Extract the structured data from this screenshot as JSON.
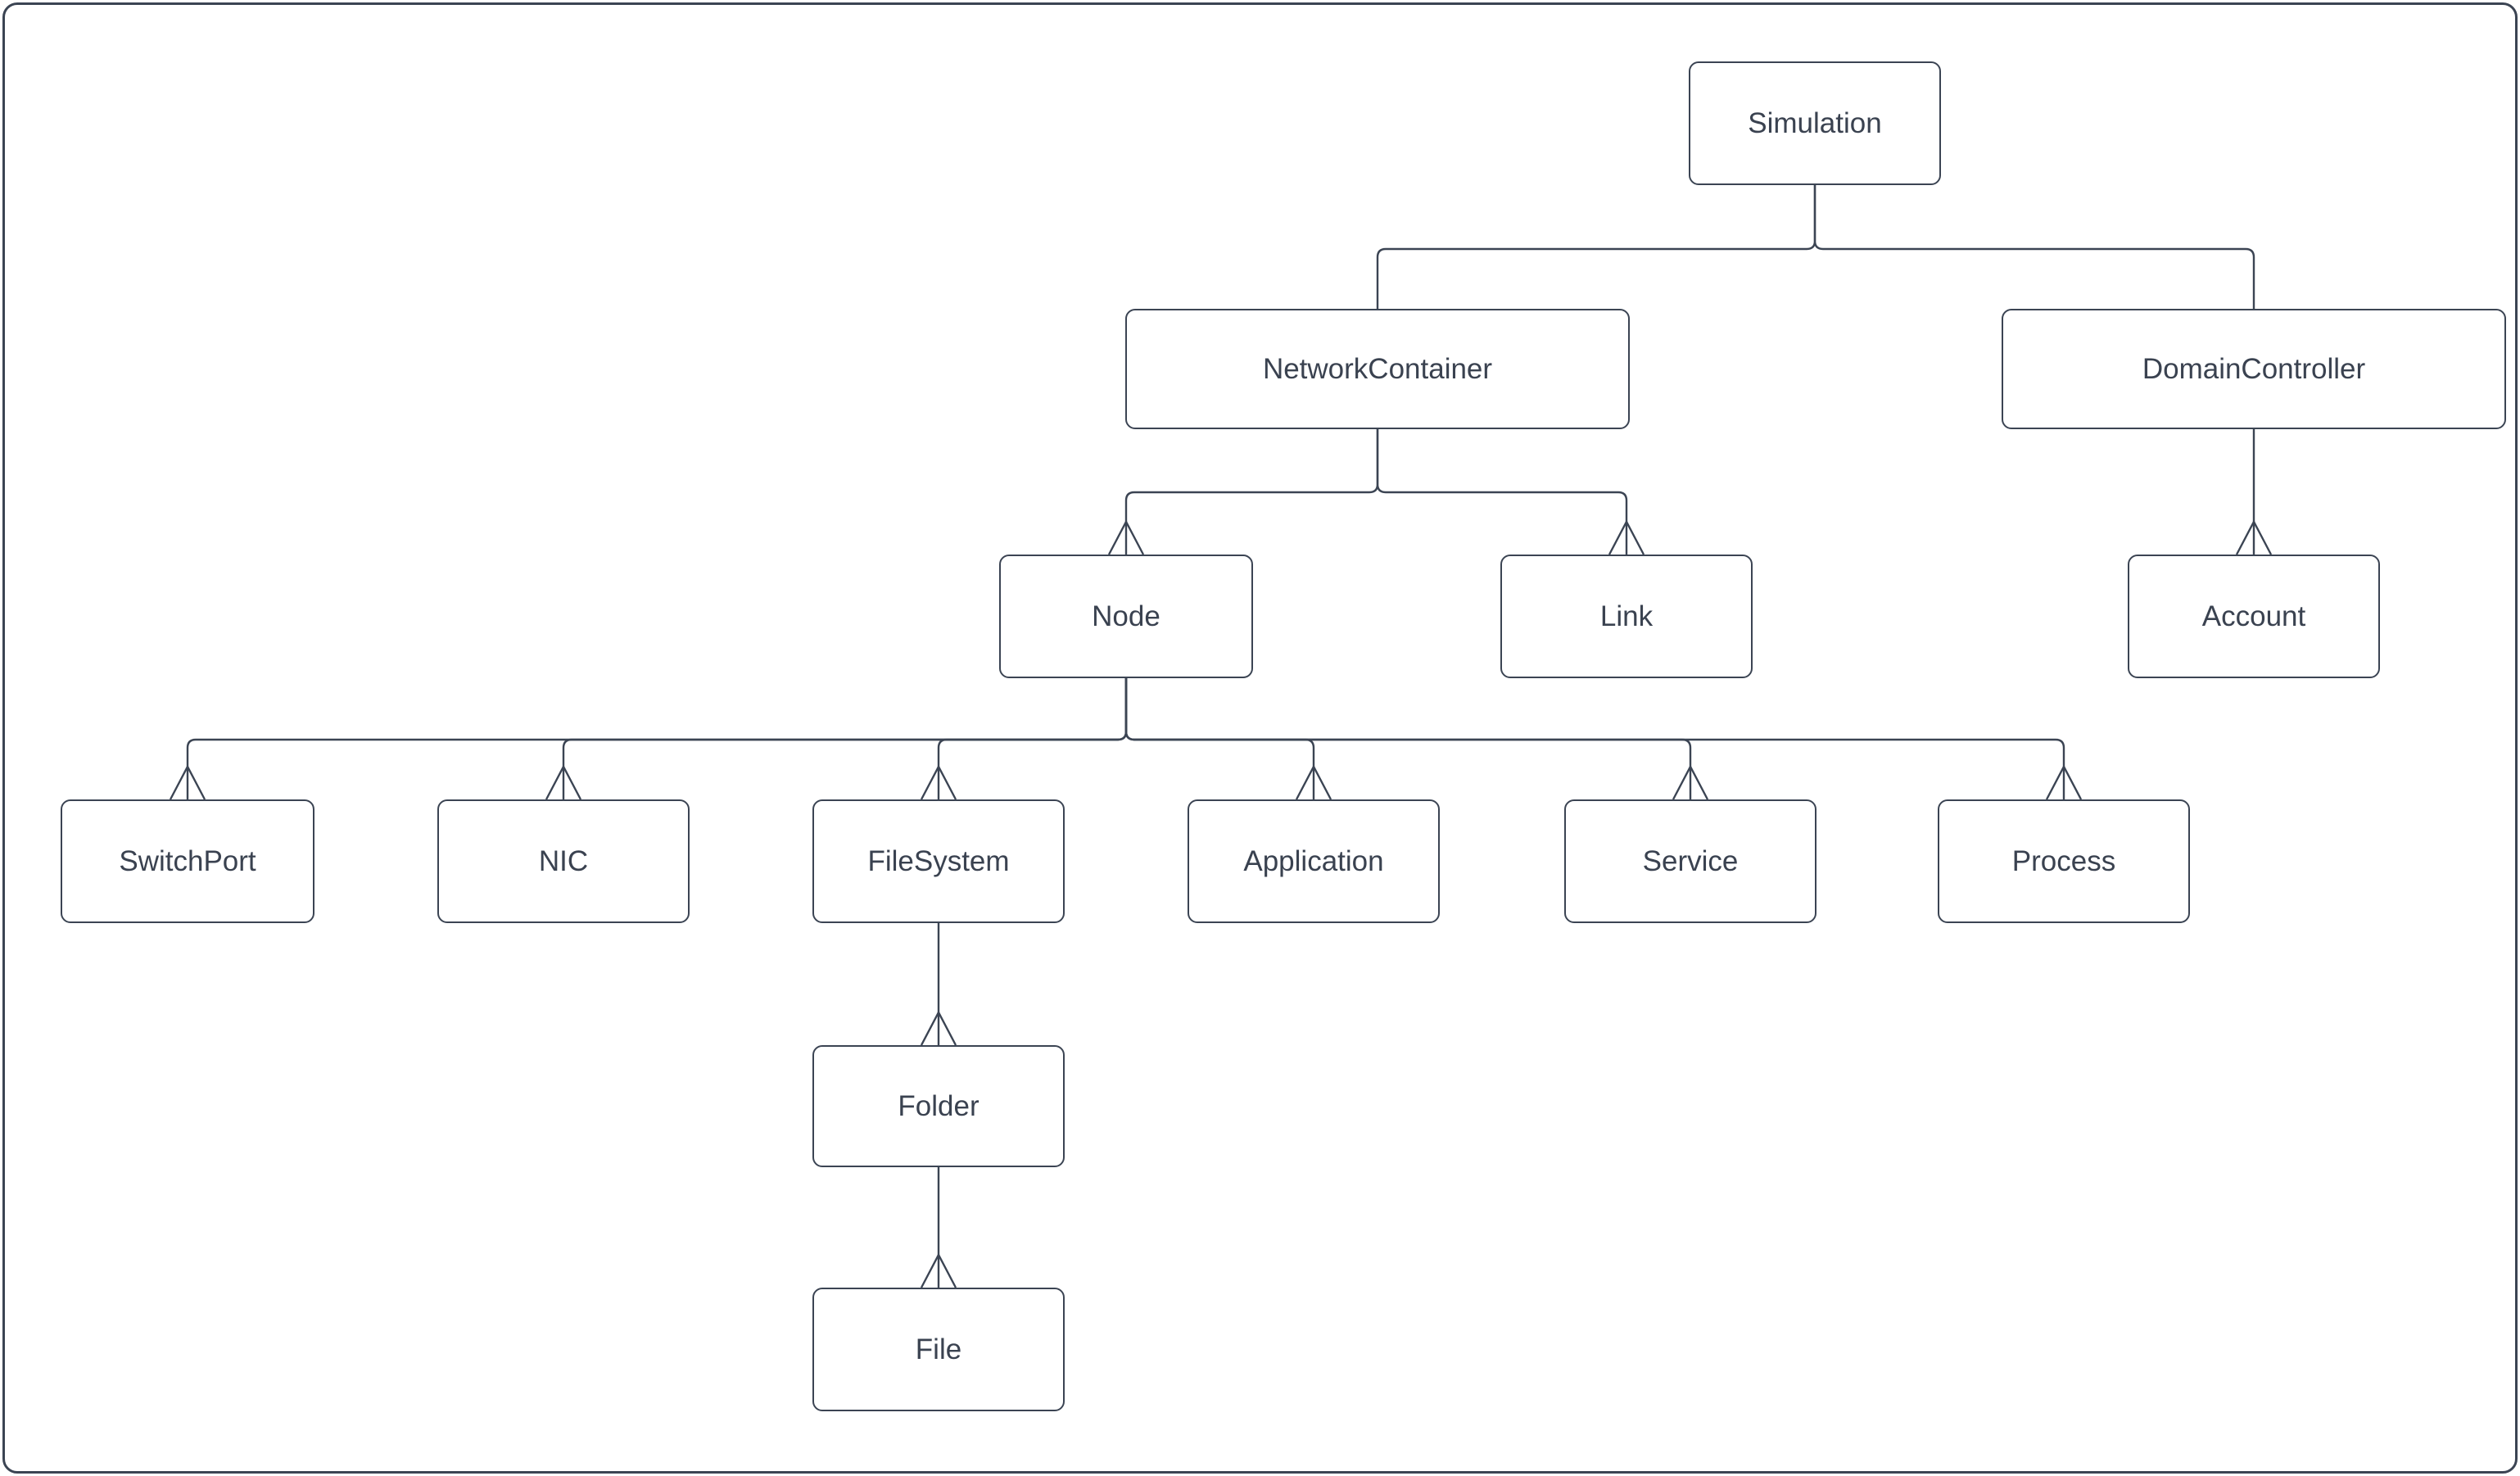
{
  "diagram": {
    "type": "hierarchy-tree",
    "nodes": [
      {
        "id": "simulation",
        "label": "Simulation"
      },
      {
        "id": "network-container",
        "label": "NetworkContainer"
      },
      {
        "id": "domain-controller",
        "label": "DomainController"
      },
      {
        "id": "node",
        "label": "Node"
      },
      {
        "id": "link",
        "label": "Link"
      },
      {
        "id": "account",
        "label": "Account"
      },
      {
        "id": "switch-port",
        "label": "SwitchPort"
      },
      {
        "id": "nic",
        "label": "NIC"
      },
      {
        "id": "filesystem",
        "label": "FileSystem"
      },
      {
        "id": "application",
        "label": "Application"
      },
      {
        "id": "service",
        "label": "Service"
      },
      {
        "id": "process",
        "label": "Process"
      },
      {
        "id": "folder",
        "label": "Folder"
      },
      {
        "id": "file",
        "label": "File"
      }
    ],
    "edges": [
      {
        "from": "Simulation",
        "to": "NetworkContainer",
        "arrowhead": false
      },
      {
        "from": "Simulation",
        "to": "DomainController",
        "arrowhead": false
      },
      {
        "from": "NetworkContainer",
        "to": "Node",
        "arrowhead": true
      },
      {
        "from": "NetworkContainer",
        "to": "Link",
        "arrowhead": true
      },
      {
        "from": "DomainController",
        "to": "Account",
        "arrowhead": true
      },
      {
        "from": "Node",
        "to": "SwitchPort",
        "arrowhead": true
      },
      {
        "from": "Node",
        "to": "NIC",
        "arrowhead": true
      },
      {
        "from": "Node",
        "to": "FileSystem",
        "arrowhead": true
      },
      {
        "from": "Node",
        "to": "Application",
        "arrowhead": true
      },
      {
        "from": "Node",
        "to": "Service",
        "arrowhead": true
      },
      {
        "from": "Node",
        "to": "Process",
        "arrowhead": true
      },
      {
        "from": "FileSystem",
        "to": "Folder",
        "arrowhead": true
      },
      {
        "from": "Folder",
        "to": "File",
        "arrowhead": true
      }
    ],
    "colors": {
      "line": "#3b4453",
      "text": "#3a4250",
      "node_fill": "#ffffff",
      "canvas": "#ffffff"
    }
  }
}
